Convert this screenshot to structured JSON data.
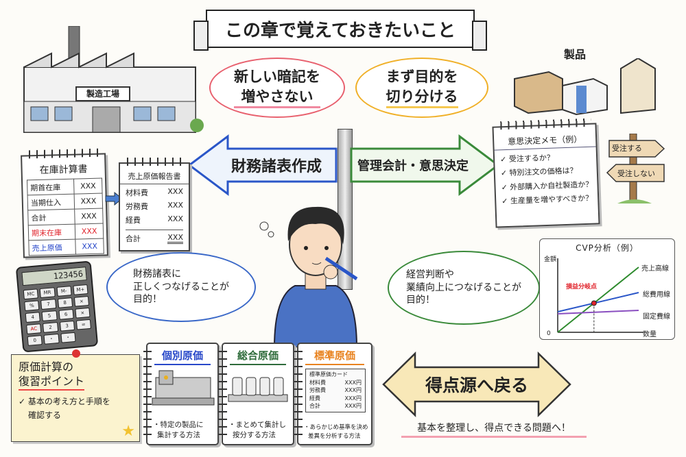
{
  "title": "この章で覚えておきたいこと",
  "bubbles": {
    "pink": [
      "新しい暗記を",
      "増やさない"
    ],
    "orange": [
      "まず目的を",
      "切り分ける"
    ]
  },
  "factory": {
    "sign": "製造工場"
  },
  "products": {
    "label": "製品"
  },
  "arrows": {
    "left": "財務諸表作成",
    "right": "管理会計・意思決定",
    "bottom": "得点源へ戻る"
  },
  "inventory": {
    "title": "在庫計算書",
    "rows": [
      {
        "label": "期首在庫",
        "value": "XXX",
        "color": "#222"
      },
      {
        "label": "当期仕入",
        "value": "XXX",
        "color": "#222"
      },
      {
        "label": "合計",
        "value": "XXX",
        "color": "#222"
      },
      {
        "label": "期末在庫",
        "value": "XXX",
        "color": "#e0242c"
      },
      {
        "label": "売上原価",
        "value": "XXX",
        "color": "#2747c9"
      }
    ]
  },
  "cogs_report": {
    "title": "売上原価報告書",
    "rows": [
      {
        "label": "材料費",
        "value": "XXX"
      },
      {
        "label": "労務費",
        "value": "XXX"
      },
      {
        "label": "経費",
        "value": "XXX"
      }
    ],
    "total_label": "合計",
    "total_value": "XXX"
  },
  "memo": {
    "title": "意思決定メモ（例）",
    "items": [
      "受注するか？",
      "特別注文の価格は？",
      "外部購入か自社製造か？",
      "生産量を増やすべきか？"
    ]
  },
  "signpost": {
    "top": "受注する",
    "bottom": "受注しない"
  },
  "thoughts": {
    "financial": [
      "財務諸表に",
      "正しくつなげることが",
      "目的！"
    ],
    "management": [
      "経営判断や",
      "業績向上につなげることが",
      "目的！"
    ]
  },
  "calculator": {
    "display": "123456",
    "keys": [
      "MC",
      "MR",
      "M-",
      "M+",
      "%",
      "7",
      "8",
      "×",
      "4",
      "5",
      "6",
      "×",
      "AC",
      "2",
      "3",
      "=",
      "0",
      "・",
      "・"
    ]
  },
  "sticky": {
    "title": [
      "原価計算の",
      "復習ポイント"
    ],
    "item": [
      "基本の考え方と手順を",
      "確認する"
    ]
  },
  "cards": [
    {
      "title": "個別原価",
      "color": "#2747c9",
      "text": [
        "・特定の製品に",
        "集計する方法"
      ]
    },
    {
      "title": "総合原価",
      "color": "#2e6b3a",
      "text": [
        "・まとめて集計し",
        "按分する方法"
      ]
    },
    {
      "title": "標準原価",
      "color": "#e8821e",
      "text": [
        "・あらかじめ基準を決め",
        "差異を分析する方法"
      ],
      "sheet": {
        "title": "標準原価カード",
        "rows": [
          {
            "label": "材料費",
            "value": "XXX円"
          },
          {
            "label": "労務費",
            "value": "XXX円"
          },
          {
            "label": "経費",
            "value": "XXX円"
          },
          {
            "label": "合計",
            "value": "XXX円"
          }
        ]
      }
    }
  ],
  "cvp": {
    "title": "CVP分析（例）",
    "ylabel": "金額",
    "xlabel": "数量",
    "origin": "0",
    "breakeven": "損益分岐点",
    "lines": [
      {
        "name": "売上高線",
        "color": "#2e8b2e"
      },
      {
        "name": "総費用線",
        "color": "#2a56c8"
      },
      {
        "name": "固定費線",
        "color": "#8a4fc0"
      }
    ]
  },
  "footer": "基本を整理し、得点できる問題へ！"
}
